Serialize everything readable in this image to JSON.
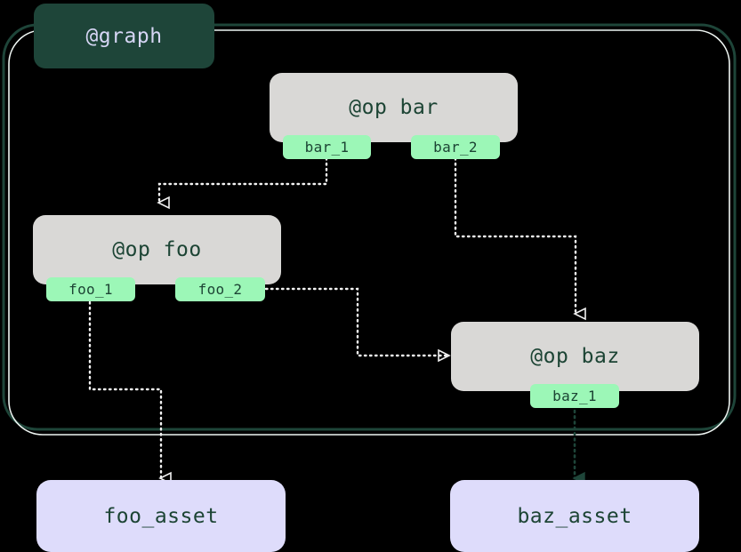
{
  "diagram": {
    "title": "@graph",
    "background_color": "#000000",
    "cluster": {
      "label": "@graph",
      "label_bg": "#1e4539",
      "label_fg": "#d6d6f5",
      "border_color": "#1e4539",
      "border_highlight": "#eef5f2"
    },
    "palette": {
      "op_bg": "#d9d8d6",
      "op_fg": "#1c4434",
      "port_bg": "#9cf7b7",
      "port_fg": "#1c4434",
      "asset_bg": "#dedcfb",
      "asset_fg": "#1c4434",
      "edge_light": "#f2f2f2",
      "edge_dark": "#1e4539"
    },
    "ops": [
      {
        "id": "bar",
        "label": "@op bar",
        "ports": [
          {
            "id": "bar_1",
            "label": "bar_1"
          },
          {
            "id": "bar_2",
            "label": "bar_2"
          }
        ]
      },
      {
        "id": "foo",
        "label": "@op foo",
        "ports": [
          {
            "id": "foo_1",
            "label": "foo_1"
          },
          {
            "id": "foo_2",
            "label": "foo_2"
          }
        ]
      },
      {
        "id": "baz",
        "label": "@op baz",
        "ports": [
          {
            "id": "baz_1",
            "label": "baz_1"
          }
        ]
      }
    ],
    "assets": [
      {
        "id": "foo_asset",
        "label": "foo_asset"
      },
      {
        "id": "baz_asset",
        "label": "baz_asset"
      }
    ],
    "edges": [
      {
        "from": "bar_1",
        "to": "foo",
        "style": "dotted",
        "arrow": "hollow"
      },
      {
        "from": "bar_2",
        "to": "baz",
        "style": "dotted",
        "arrow": "hollow"
      },
      {
        "from": "foo_2",
        "to": "baz",
        "style": "dotted",
        "arrow": "hollow"
      },
      {
        "from": "foo_1",
        "to": "foo_asset",
        "style": "dotted",
        "arrow": "hollow"
      },
      {
        "from": "baz_1",
        "to": "baz_asset",
        "style": "dotted",
        "arrow": "filled"
      }
    ]
  }
}
